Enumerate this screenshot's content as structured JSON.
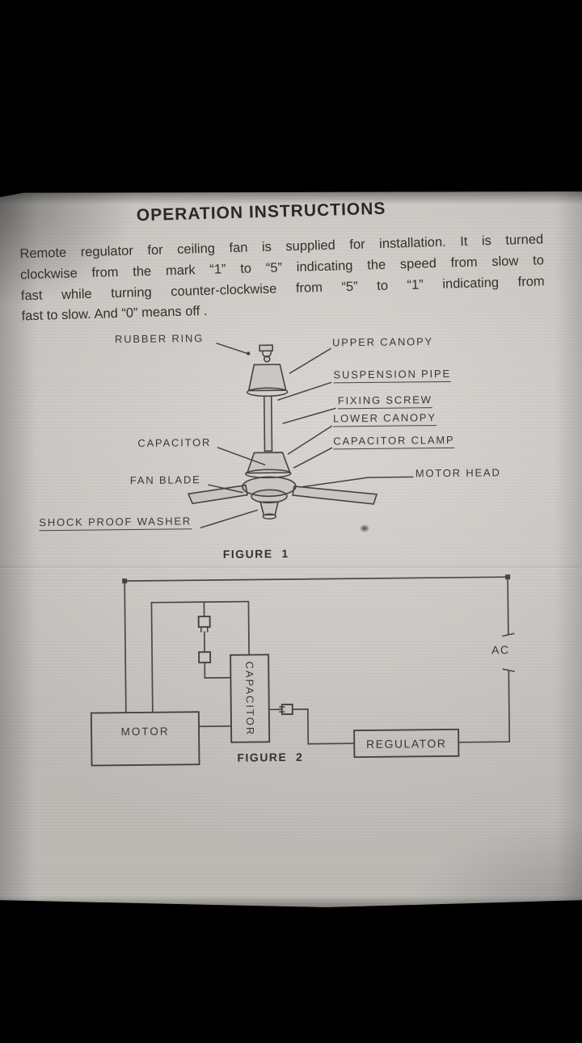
{
  "document": {
    "title": "OPERATION INSTRUCTIONS",
    "paragraph": [
      "Remote regulator for ceiling fan is supplied for installation. It is turned",
      "clockwise from the mark “1” to “5” indicating the speed from slow to",
      "fast while turning counter-clockwise from “5” to “1” indicating from",
      "fast to slow. And “0” means off ."
    ],
    "figure1": {
      "caption": "FIGURE  1",
      "labels": {
        "rubber_ring": "RUBBER RING",
        "upper_canopy": "UPPER CANOPY",
        "suspension_pipe": "SUSPENSION PIPE",
        "fixing_screw": "FIXING SCREW",
        "lower_canopy": "LOWER CANOPY",
        "capacitor": "CAPACITOR",
        "capacitor_clamp": "CAPACITOR CLAMP",
        "fan_blade": "FAN BLADE",
        "motor_head": "MOTOR HEAD",
        "shock_proof_washer": "SHOCK PROOF WASHER"
      }
    },
    "figure2": {
      "caption": "FIGURE  2",
      "labels": {
        "motor": "MOTOR",
        "capacitor": "CAPACITOR",
        "regulator": "REGULATOR",
        "ac": "AC"
      }
    }
  },
  "colors": {
    "backdrop": "#000000",
    "paper": "#c9c6c2",
    "ink": "#3a3734",
    "line": "#45423f"
  }
}
